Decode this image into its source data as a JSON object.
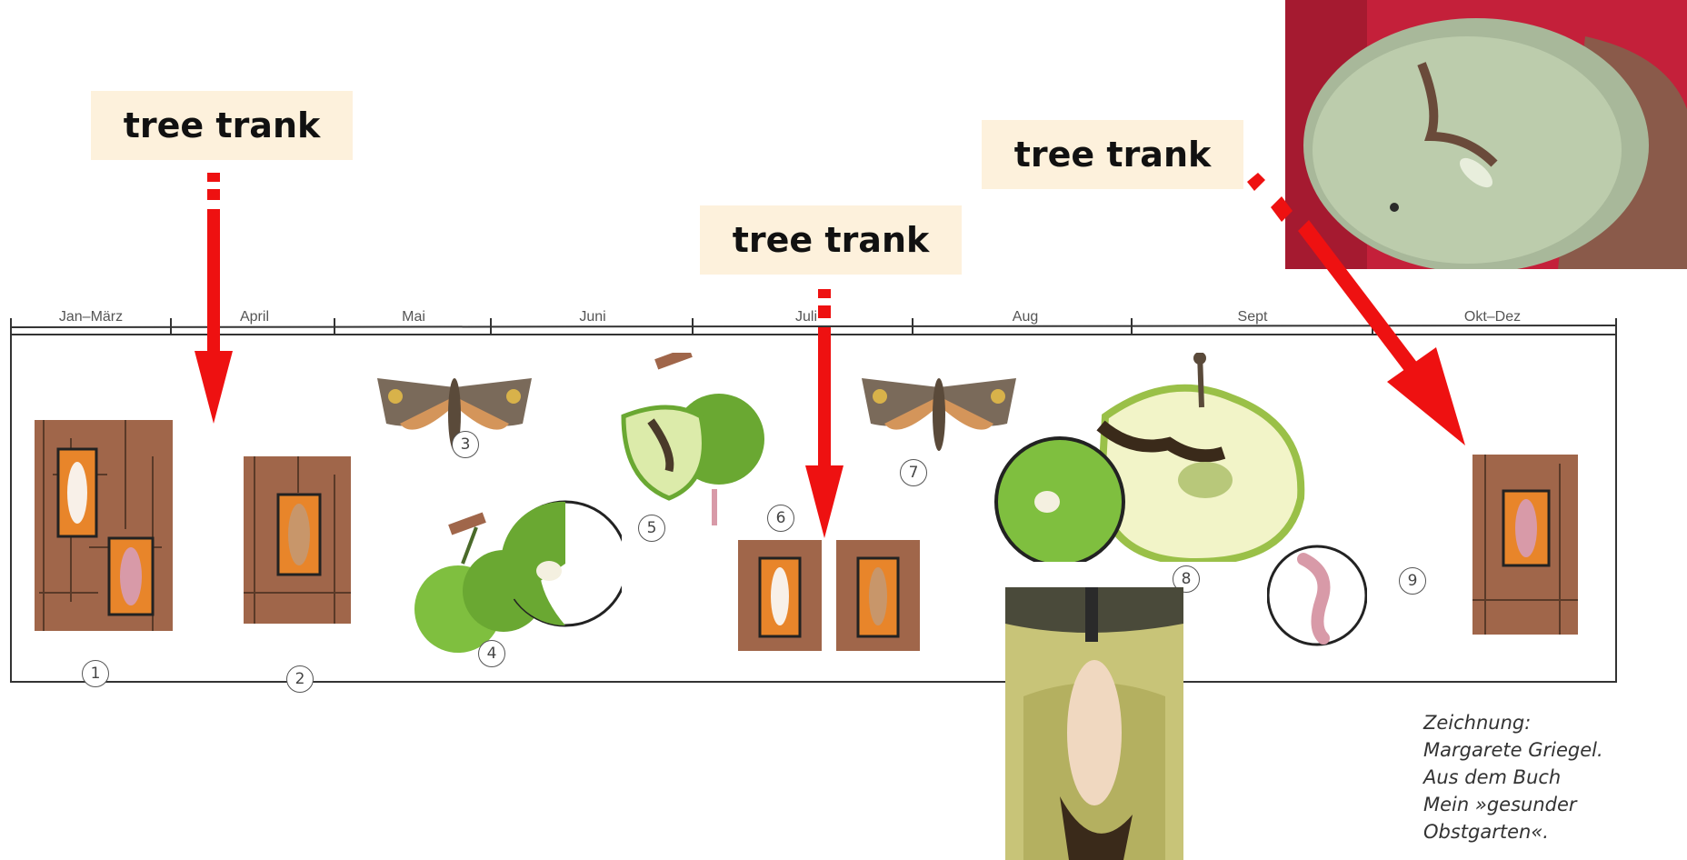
{
  "callouts": [
    "tree trank",
    "tree trank",
    "tree trank"
  ],
  "timeline": {
    "months": [
      "Jan–März",
      "April",
      "Mai",
      "Juni",
      "Juli",
      "Aug",
      "Sept",
      "Okt–Dez"
    ],
    "stages": [
      "1",
      "2",
      "3",
      "4",
      "5",
      "6",
      "7",
      "8",
      "9"
    ]
  },
  "credit": {
    "line1": "Zeichnung:",
    "line2": "Margarete Griegel.",
    "line3": "Aus dem Buch",
    "line4": "Mein »gesunder",
    "line5": "Obstgarten«."
  },
  "colors": {
    "arrow": "#ee1111",
    "callout_bg": "#fdf1dc",
    "bark": "#a0664a",
    "bark_box": "#e8852a",
    "apple_green": "#7fbf3f",
    "photo_red": "#c4203a"
  }
}
